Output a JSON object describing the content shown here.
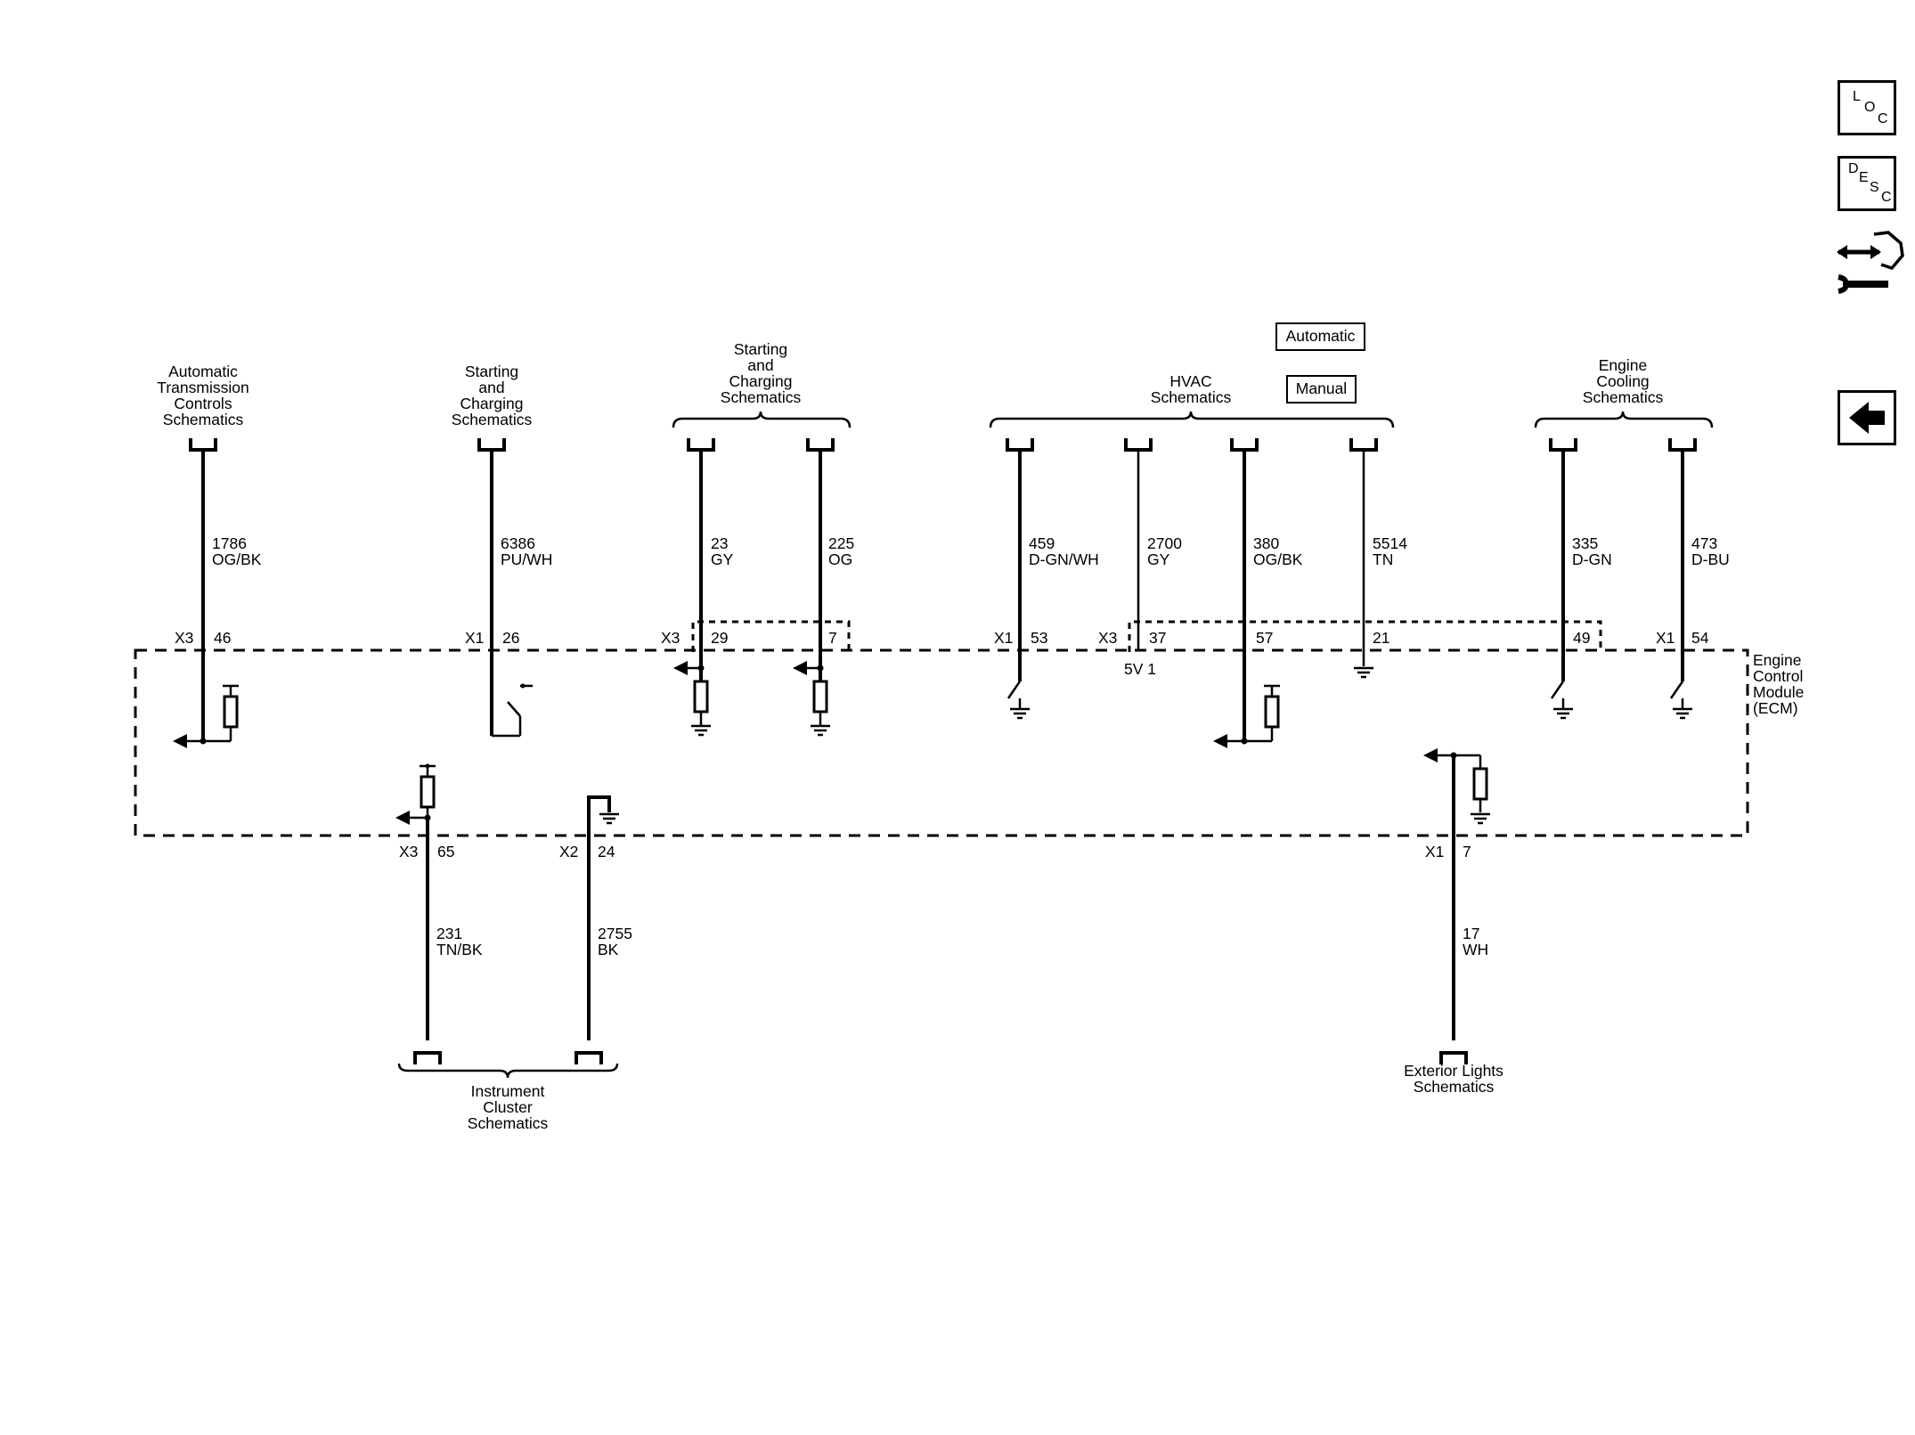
{
  "nav": {
    "loc": {
      "l1": "L",
      "l2": "O",
      "l3": "C"
    },
    "desc": {
      "l1": "D",
      "l2": "E",
      "l3": "S",
      "l4": "C"
    },
    "connector_icon": "connector-end-view-icon",
    "back_icon": "back-arrow-icon"
  },
  "options": {
    "automatic": "Automatic",
    "manual": "Manual"
  },
  "module": {
    "l1": "Engine",
    "l2": "Control",
    "l3": "Module",
    "l4": "(ECM)"
  },
  "refs": {
    "trans": {
      "l1": "Automatic",
      "l2": "Transmission",
      "l3": "Controls",
      "l4": "Schematics"
    },
    "start1": {
      "l1": "Starting",
      "l2": "and",
      "l3": "Charging",
      "l4": "Schematics"
    },
    "start2": {
      "l1": "Starting",
      "l2": "and",
      "l3": "Charging",
      "l4": "Schematics"
    },
    "hvac": {
      "l1": "HVAC",
      "l2": "Schematics"
    },
    "cooling": {
      "l1": "Engine",
      "l2": "Cooling",
      "l3": "Schematics"
    },
    "cluster": {
      "l1": "Instrument",
      "l2": "Cluster",
      "l3": "Schematics"
    },
    "ext": {
      "l1": "Exterior Lights",
      "l2": "Schematics"
    }
  },
  "circuits": {
    "c1786": {
      "num": "1786",
      "color": "OG/BK",
      "conn": "X3",
      "pin": "46"
    },
    "c6386": {
      "num": "6386",
      "color": "PU/WH",
      "conn": "X1",
      "pin": "26"
    },
    "c23": {
      "num": "23",
      "color": "GY",
      "conn": "X3",
      "pin": "29"
    },
    "c225": {
      "num": "225",
      "color": "OG",
      "pin": "7"
    },
    "c459": {
      "num": "459",
      "color": "D-GN/WH",
      "conn": "X1",
      "pin": "53"
    },
    "c2700": {
      "num": "2700",
      "color": "GY",
      "conn": "X3",
      "pin": "37",
      "note": "5V 1"
    },
    "c380": {
      "num": "380",
      "color": "OG/BK",
      "pin": "57"
    },
    "c5514": {
      "num": "5514",
      "color": "TN",
      "pin": "21"
    },
    "c335": {
      "num": "335",
      "color": "D-GN",
      "pin": "49"
    },
    "c473": {
      "num": "473",
      "color": "D-BU",
      "conn": "X1",
      "pin": "54"
    },
    "c231": {
      "num": "231",
      "color": "TN/BK",
      "conn": "X3",
      "pin": "65"
    },
    "c2755": {
      "num": "2755",
      "color": "BK",
      "conn": "X2",
      "pin": "24"
    },
    "c17": {
      "num": "17",
      "color": "WH",
      "conn": "X1",
      "pin": "7"
    }
  }
}
